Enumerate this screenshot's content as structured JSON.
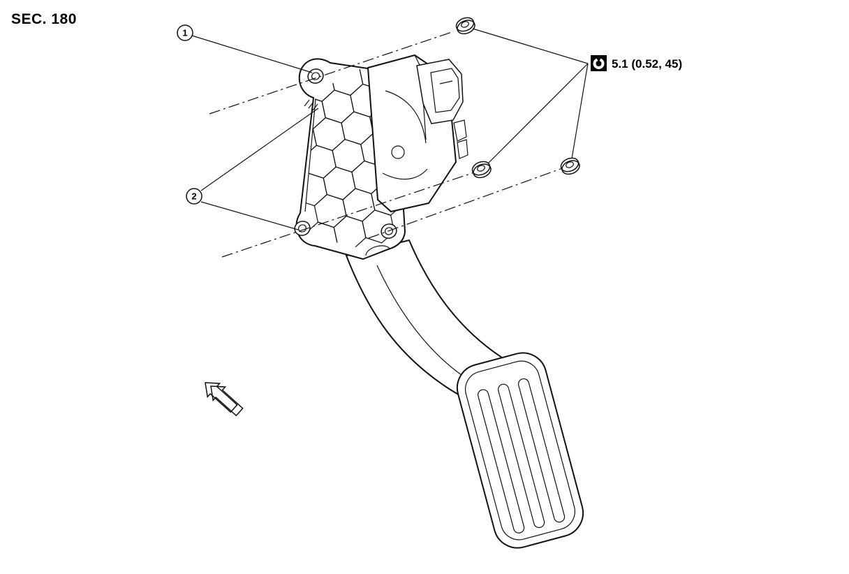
{
  "page": {
    "background_color": "#ffffff",
    "line_color": "#000000"
  },
  "diagram": {
    "section_label": "SEC. 180",
    "callouts": [
      {
        "number": "1"
      },
      {
        "number": "2"
      }
    ],
    "torque_spec": {
      "icon": "torque-wrench-icon",
      "value": "5.1 (0.52, 45)"
    },
    "icons": {
      "direction_arrow": "front-direction-arrow"
    }
  }
}
